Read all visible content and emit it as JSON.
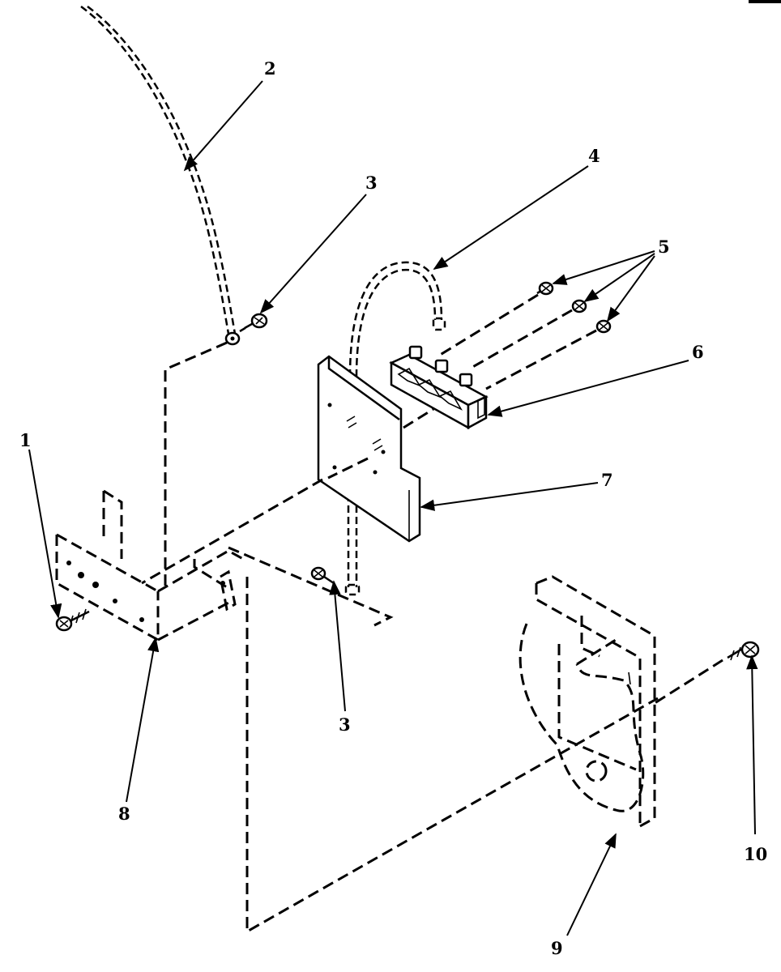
{
  "callouts": [
    {
      "id": "1",
      "text": "1"
    },
    {
      "id": "2",
      "text": "2"
    },
    {
      "id": "3a",
      "text": "3"
    },
    {
      "id": "3b",
      "text": "3"
    },
    {
      "id": "4",
      "text": "4"
    },
    {
      "id": "5",
      "text": "5"
    },
    {
      "id": "6",
      "text": "6"
    },
    {
      "id": "7",
      "text": "7"
    },
    {
      "id": "8",
      "text": "8"
    },
    {
      "id": "9",
      "text": "9"
    },
    {
      "id": "10",
      "text": "10"
    }
  ]
}
